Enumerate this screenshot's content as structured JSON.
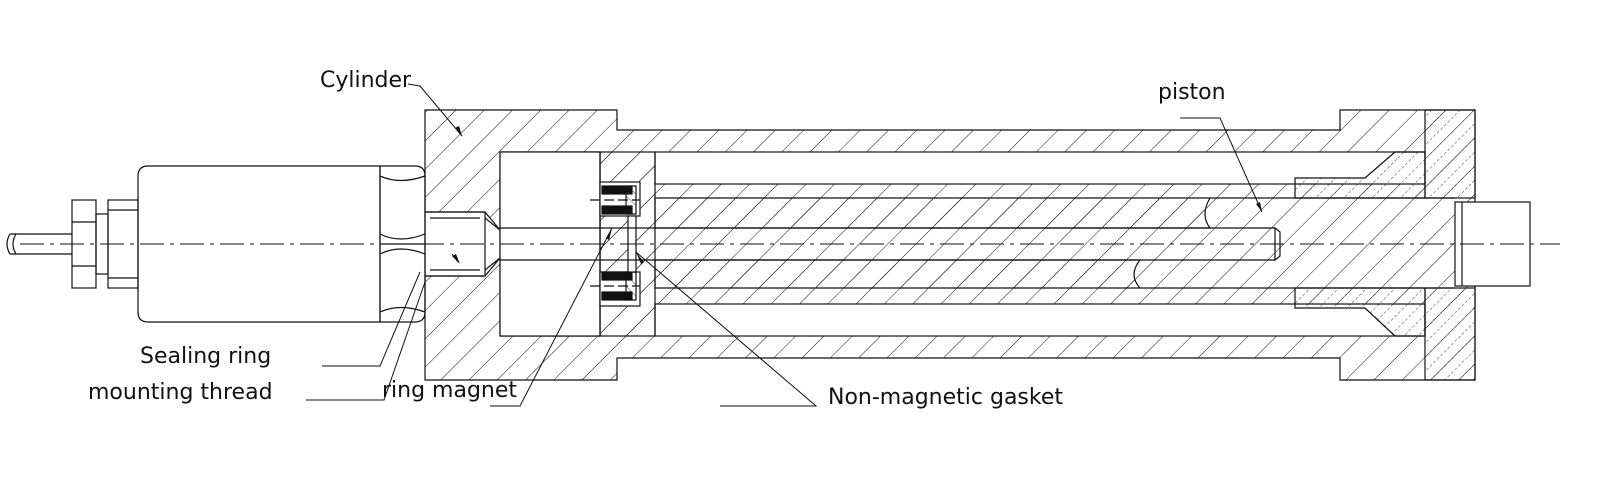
{
  "diagram": {
    "labels": {
      "cylinder": "Cylinder",
      "piston": "piston",
      "sealing_ring": "Sealing ring",
      "mounting_thread": "mounting thread",
      "ring_magnet": "ring magnet",
      "non_magnetic_gasket": "Non-magnetic gasket"
    },
    "colors": {
      "line": "#111111",
      "background": "#ffffff"
    }
  }
}
